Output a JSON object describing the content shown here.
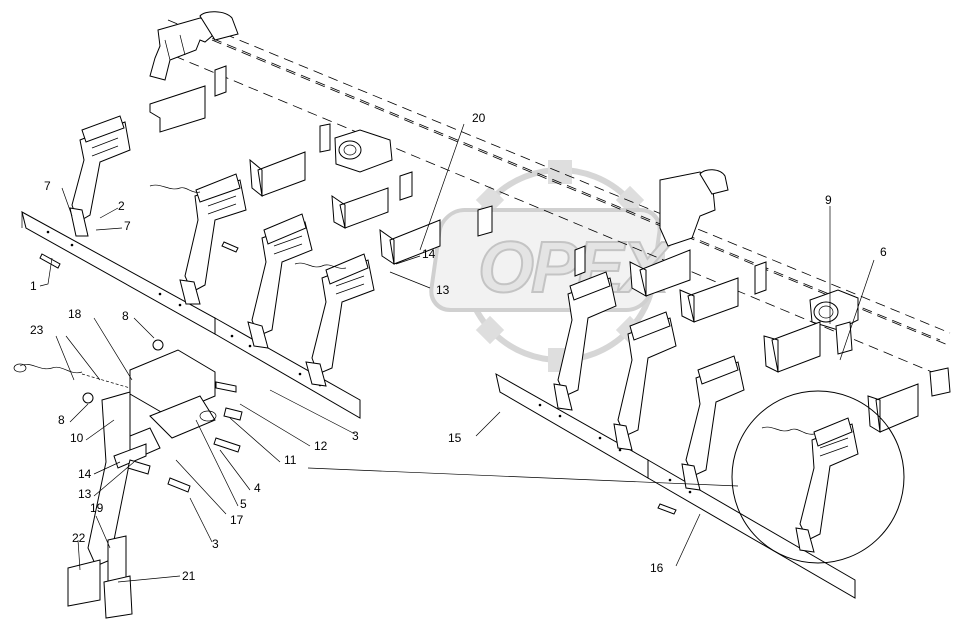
{
  "watermark": {
    "text": "OPEX"
  },
  "callouts": [
    {
      "id": "c1",
      "label": "1"
    },
    {
      "id": "c2",
      "label": "2"
    },
    {
      "id": "c3a",
      "label": "3"
    },
    {
      "id": "c3b",
      "label": "3"
    },
    {
      "id": "c4",
      "label": "4"
    },
    {
      "id": "c5",
      "label": "5"
    },
    {
      "id": "c6",
      "label": "6"
    },
    {
      "id": "c7a",
      "label": "7"
    },
    {
      "id": "c7b",
      "label": "7"
    },
    {
      "id": "c8a",
      "label": "8"
    },
    {
      "id": "c8b",
      "label": "8"
    },
    {
      "id": "c9",
      "label": "9"
    },
    {
      "id": "c10",
      "label": "10"
    },
    {
      "id": "c11",
      "label": "11"
    },
    {
      "id": "c12",
      "label": "12"
    },
    {
      "id": "c13a",
      "label": "13"
    },
    {
      "id": "c13b",
      "label": "13"
    },
    {
      "id": "c14a",
      "label": "14"
    },
    {
      "id": "c14b",
      "label": "14"
    },
    {
      "id": "c15",
      "label": "15"
    },
    {
      "id": "c16",
      "label": "16"
    },
    {
      "id": "c17",
      "label": "17"
    },
    {
      "id": "c18",
      "label": "18"
    },
    {
      "id": "c19",
      "label": "19"
    },
    {
      "id": "c20",
      "label": "20"
    },
    {
      "id": "c21",
      "label": "21"
    },
    {
      "id": "c22",
      "label": "22"
    },
    {
      "id": "c23",
      "label": "23"
    }
  ]
}
